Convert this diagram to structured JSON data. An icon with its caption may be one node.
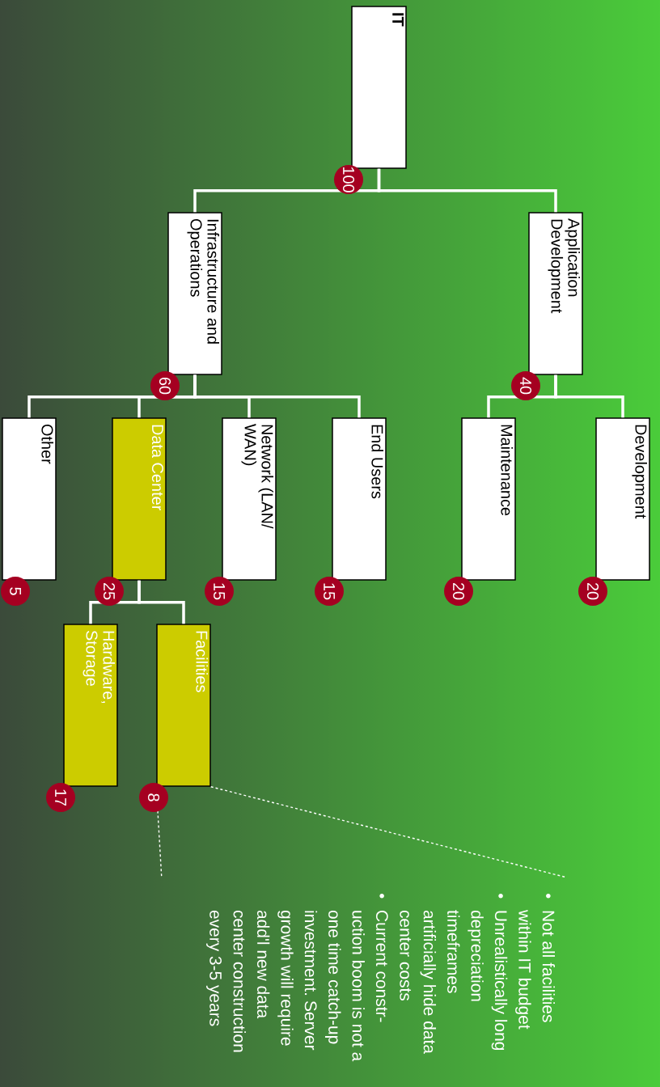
{
  "diagram": {
    "nodes": [
      {
        "text": [
          "IT"
        ],
        "beside": [
          "100"
        ]
      },
      {
        "text": [
          "Application Development"
        ],
        "beside": [
          "40"
        ]
      },
      {
        "text": [
          "Development"
        ],
        "beside": [
          "20"
        ]
      },
      {
        "text": [
          "Maintenance"
        ],
        "beside": [
          "20"
        ]
      },
      {
        "text": [
          "Infrastructure and Operations"
        ],
        "beside": [
          "60"
        ]
      },
      {
        "text": [
          "End Users"
        ],
        "beside": [
          "15"
        ]
      },
      {
        "text": [
          "Network (LAN/ WAN)"
        ],
        "beside": [
          "15"
        ]
      },
      {
        "text": [
          "Data Center"
        ],
        "beside": [
          "25"
        ]
      },
      {
        "text": [
          "Other"
        ],
        "beside": [
          "5"
        ]
      },
      {
        "text": [
          "Facilities"
        ],
        "beside": [
          "8"
        ]
      },
      {
        "text": [
          "Hardware, Storage"
        ],
        "beside": [
          "17"
        ]
      },
      {
        "text": [
          "Not all facilities within IT budget",
          "Unrealistically long depreciation timeframes artificially hide data center costs",
          "Current constr- uction boom is not a one time catch-up investment. Server growth will require add'l new data center construction every 3-5 years"
        ]
      }
    ],
    "edges": [
      {
        "from": 0,
        "to": 1,
        "arrow": "none"
      },
      {
        "from": 0,
        "to": 4,
        "arrow": "none"
      },
      {
        "from": 1,
        "to": 2,
        "arrow": "none"
      },
      {
        "from": 1,
        "to": 3,
        "arrow": "none"
      },
      {
        "from": 4,
        "to": 5,
        "arrow": "none"
      },
      {
        "from": 4,
        "to": 6,
        "arrow": "none"
      },
      {
        "from": 4,
        "to": 7,
        "arrow": "none"
      },
      {
        "from": 4,
        "to": 8,
        "arrow": "none"
      },
      {
        "from": 7,
        "to": 9,
        "arrow": "none"
      },
      {
        "from": 7,
        "to": 10,
        "arrow": "none"
      },
      {
        "from": 9,
        "to": 11,
        "arrow": "none",
        "style": "dashed"
      },
      {
        "from": 9,
        "to": 11,
        "arrow": "none",
        "style": "dashed"
      }
    ]
  }
}
